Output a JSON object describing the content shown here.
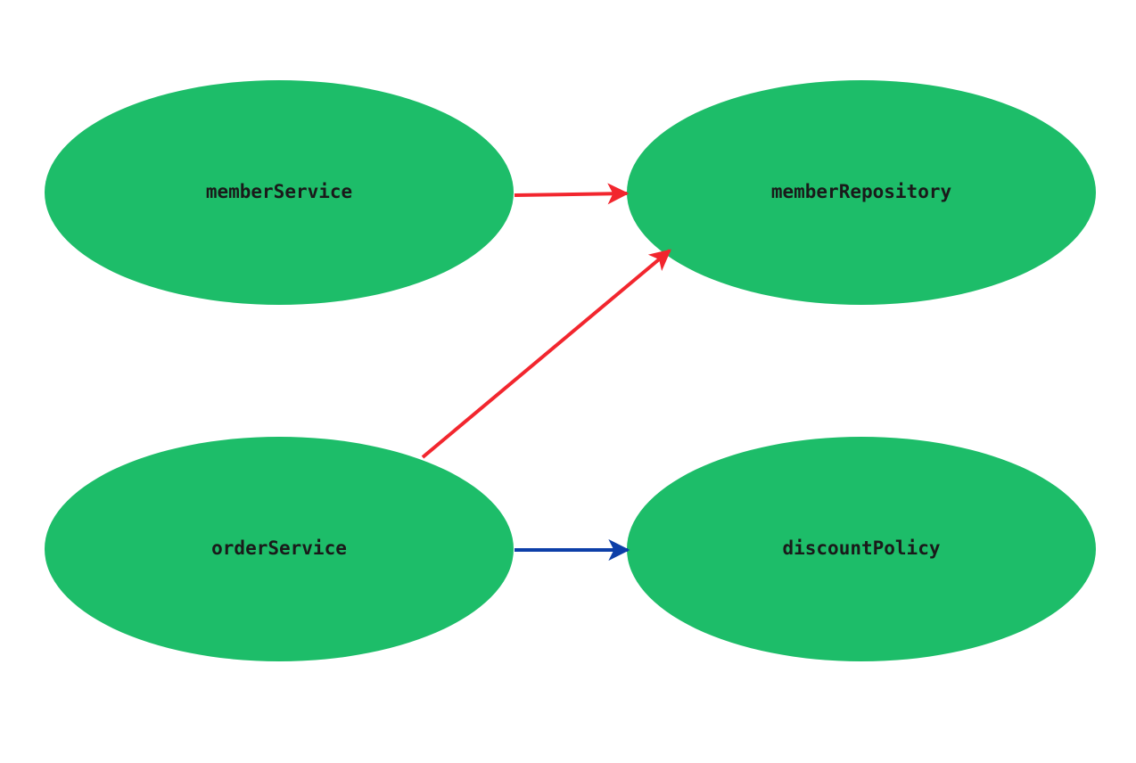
{
  "diagram": {
    "nodes": [
      {
        "id": "memberService",
        "label": "memberService"
      },
      {
        "id": "memberRepository",
        "label": "memberRepository"
      },
      {
        "id": "orderService",
        "label": "orderService"
      },
      {
        "id": "discountPolicy",
        "label": "discountPolicy"
      }
    ],
    "edges": [
      {
        "from": "memberService",
        "to": "memberRepository",
        "color": "#f2262e"
      },
      {
        "from": "orderService",
        "to": "memberRepository",
        "color": "#f2262e"
      },
      {
        "from": "orderService",
        "to": "discountPolicy",
        "color": "#0d3fa8"
      }
    ],
    "colors": {
      "node_fill": "#1dbd69",
      "label_text": "#1a1a1a",
      "background": "#ffffff"
    }
  }
}
